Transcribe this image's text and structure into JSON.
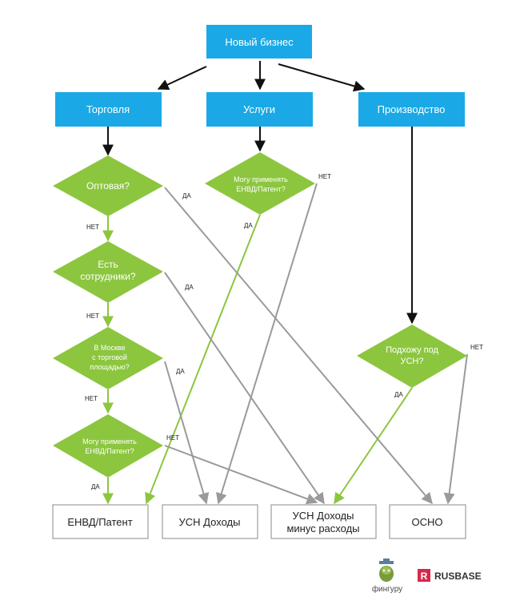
{
  "colors": {
    "blue": "#1aa9e6",
    "green": "#8cc63f",
    "gray_line": "#9a9a9a",
    "black_line": "#111111",
    "box_border": "#8a8a8a",
    "rusbase_red": "#d6294a"
  },
  "nodes": {
    "new_business": "Новый бизнес",
    "trade": "Торговля",
    "services": "Услуги",
    "production": "Производство",
    "wholesale": "Оптовая?",
    "employees": [
      "Есть",
      "сотрудники?"
    ],
    "moscow": [
      "В Москве",
      "с торговой",
      "площадью?"
    ],
    "envd_q1": [
      "Могу применять",
      "ЕНВД/Патент?"
    ],
    "envd_q2": [
      "Могу применять",
      "ЕНВД/Патент?"
    ],
    "usn_q": [
      "Подхожу под",
      "УСН?"
    ]
  },
  "outcomes": {
    "envd": "ЕНВД/Патент",
    "usn_income": "УСН Доходы",
    "usn_income_minus": [
      "УСН Доходы",
      "минус расходы"
    ],
    "osno": "ОСНО"
  },
  "edge_labels": {
    "yes": "ДА",
    "no": "НЕТ"
  },
  "logos": {
    "finguru": "фингуру",
    "rusbase": "RUSBASE",
    "rusbase_mark": "R"
  }
}
